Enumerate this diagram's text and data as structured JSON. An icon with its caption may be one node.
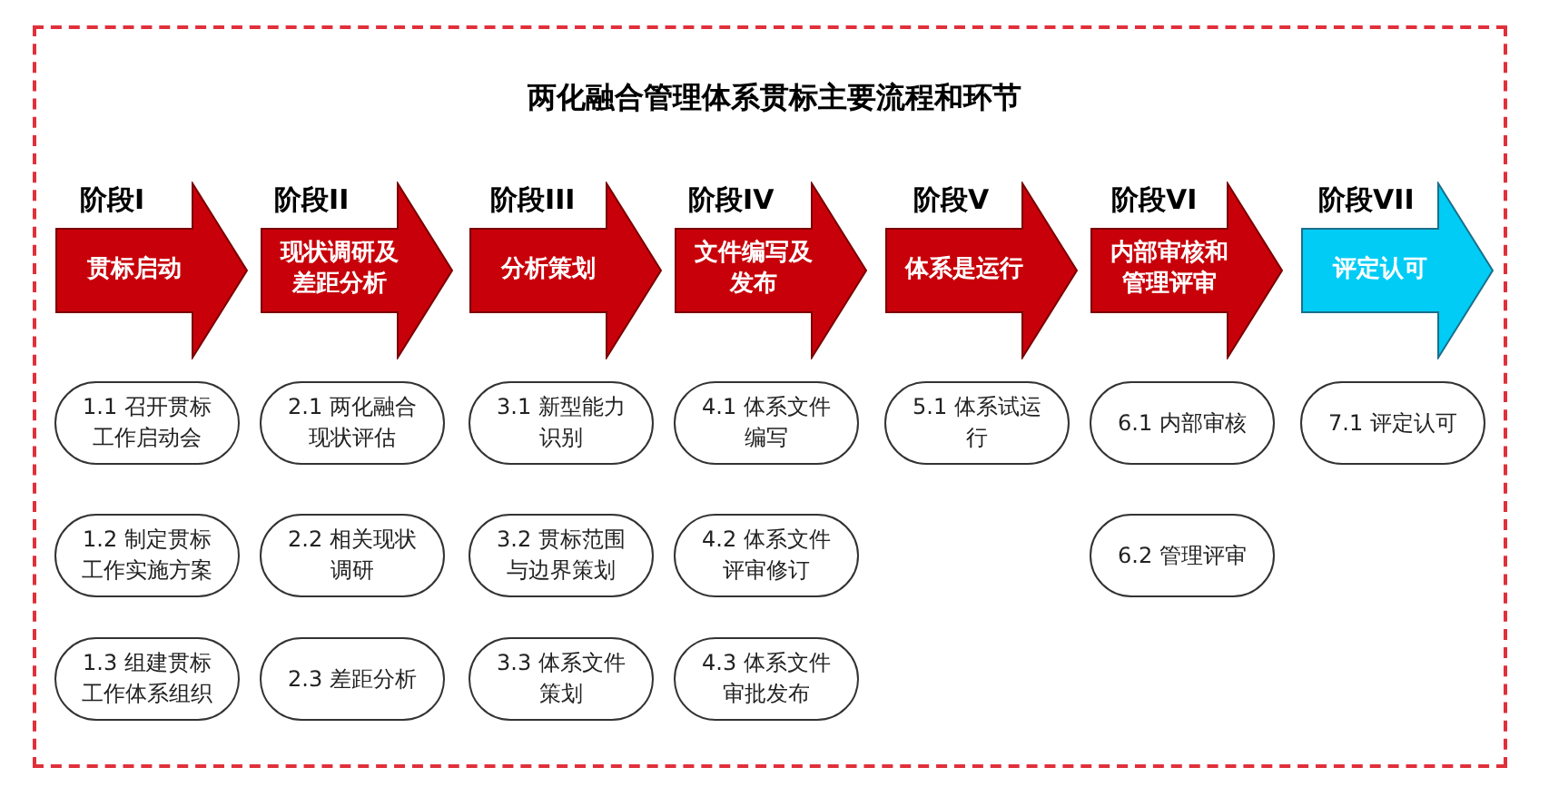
{
  "diagram": {
    "title": "两化融合管理体系贯标主要流程和环节",
    "nodes": [
      {
        "text": [
          "阶段I",
          "贯标启动"
        ]
      },
      {
        "text": [
          "阶段II",
          "现状调研及差距分析"
        ]
      },
      {
        "text": [
          "阶段III",
          "分析策划"
        ]
      },
      {
        "text": [
          "阶段IV",
          "文件编写及发布"
        ]
      },
      {
        "text": [
          "阶段V",
          "体系是运行"
        ]
      },
      {
        "text": [
          "阶段VI",
          "内部审核和管理评审"
        ]
      },
      {
        "text": [
          "阶段VII",
          "评定认可"
        ]
      },
      {
        "text": [
          "1.1 召开贯标工作启动会"
        ]
      },
      {
        "text": [
          "2.1 两化融合现状评估"
        ]
      },
      {
        "text": [
          "3.1 新型能力识别"
        ]
      },
      {
        "text": [
          "4.1 体系文件编写"
        ]
      },
      {
        "text": [
          "5.1 体系试运行"
        ]
      },
      {
        "text": [
          "6.1 内部审核"
        ]
      },
      {
        "text": [
          "7.1 评定认可"
        ]
      },
      {
        "text": [
          "1.2 制定贯标工作实施方案"
        ]
      },
      {
        "text": [
          "2.2 相关现状调研"
        ]
      },
      {
        "text": [
          "3.2 贯标范围与边界策划"
        ]
      },
      {
        "text": [
          "4.2 体系文件评审修订"
        ]
      },
      {
        "text": [
          "6.2 管理评审"
        ]
      },
      {
        "text": [
          "1.3 组建贯标工作体系组织"
        ]
      },
      {
        "text": [
          "2.3 差距分析"
        ]
      },
      {
        "text": [
          "3.3 体系文件策划"
        ]
      },
      {
        "text": [
          "4.3 体系文件审批发布"
        ]
      }
    ]
  }
}
